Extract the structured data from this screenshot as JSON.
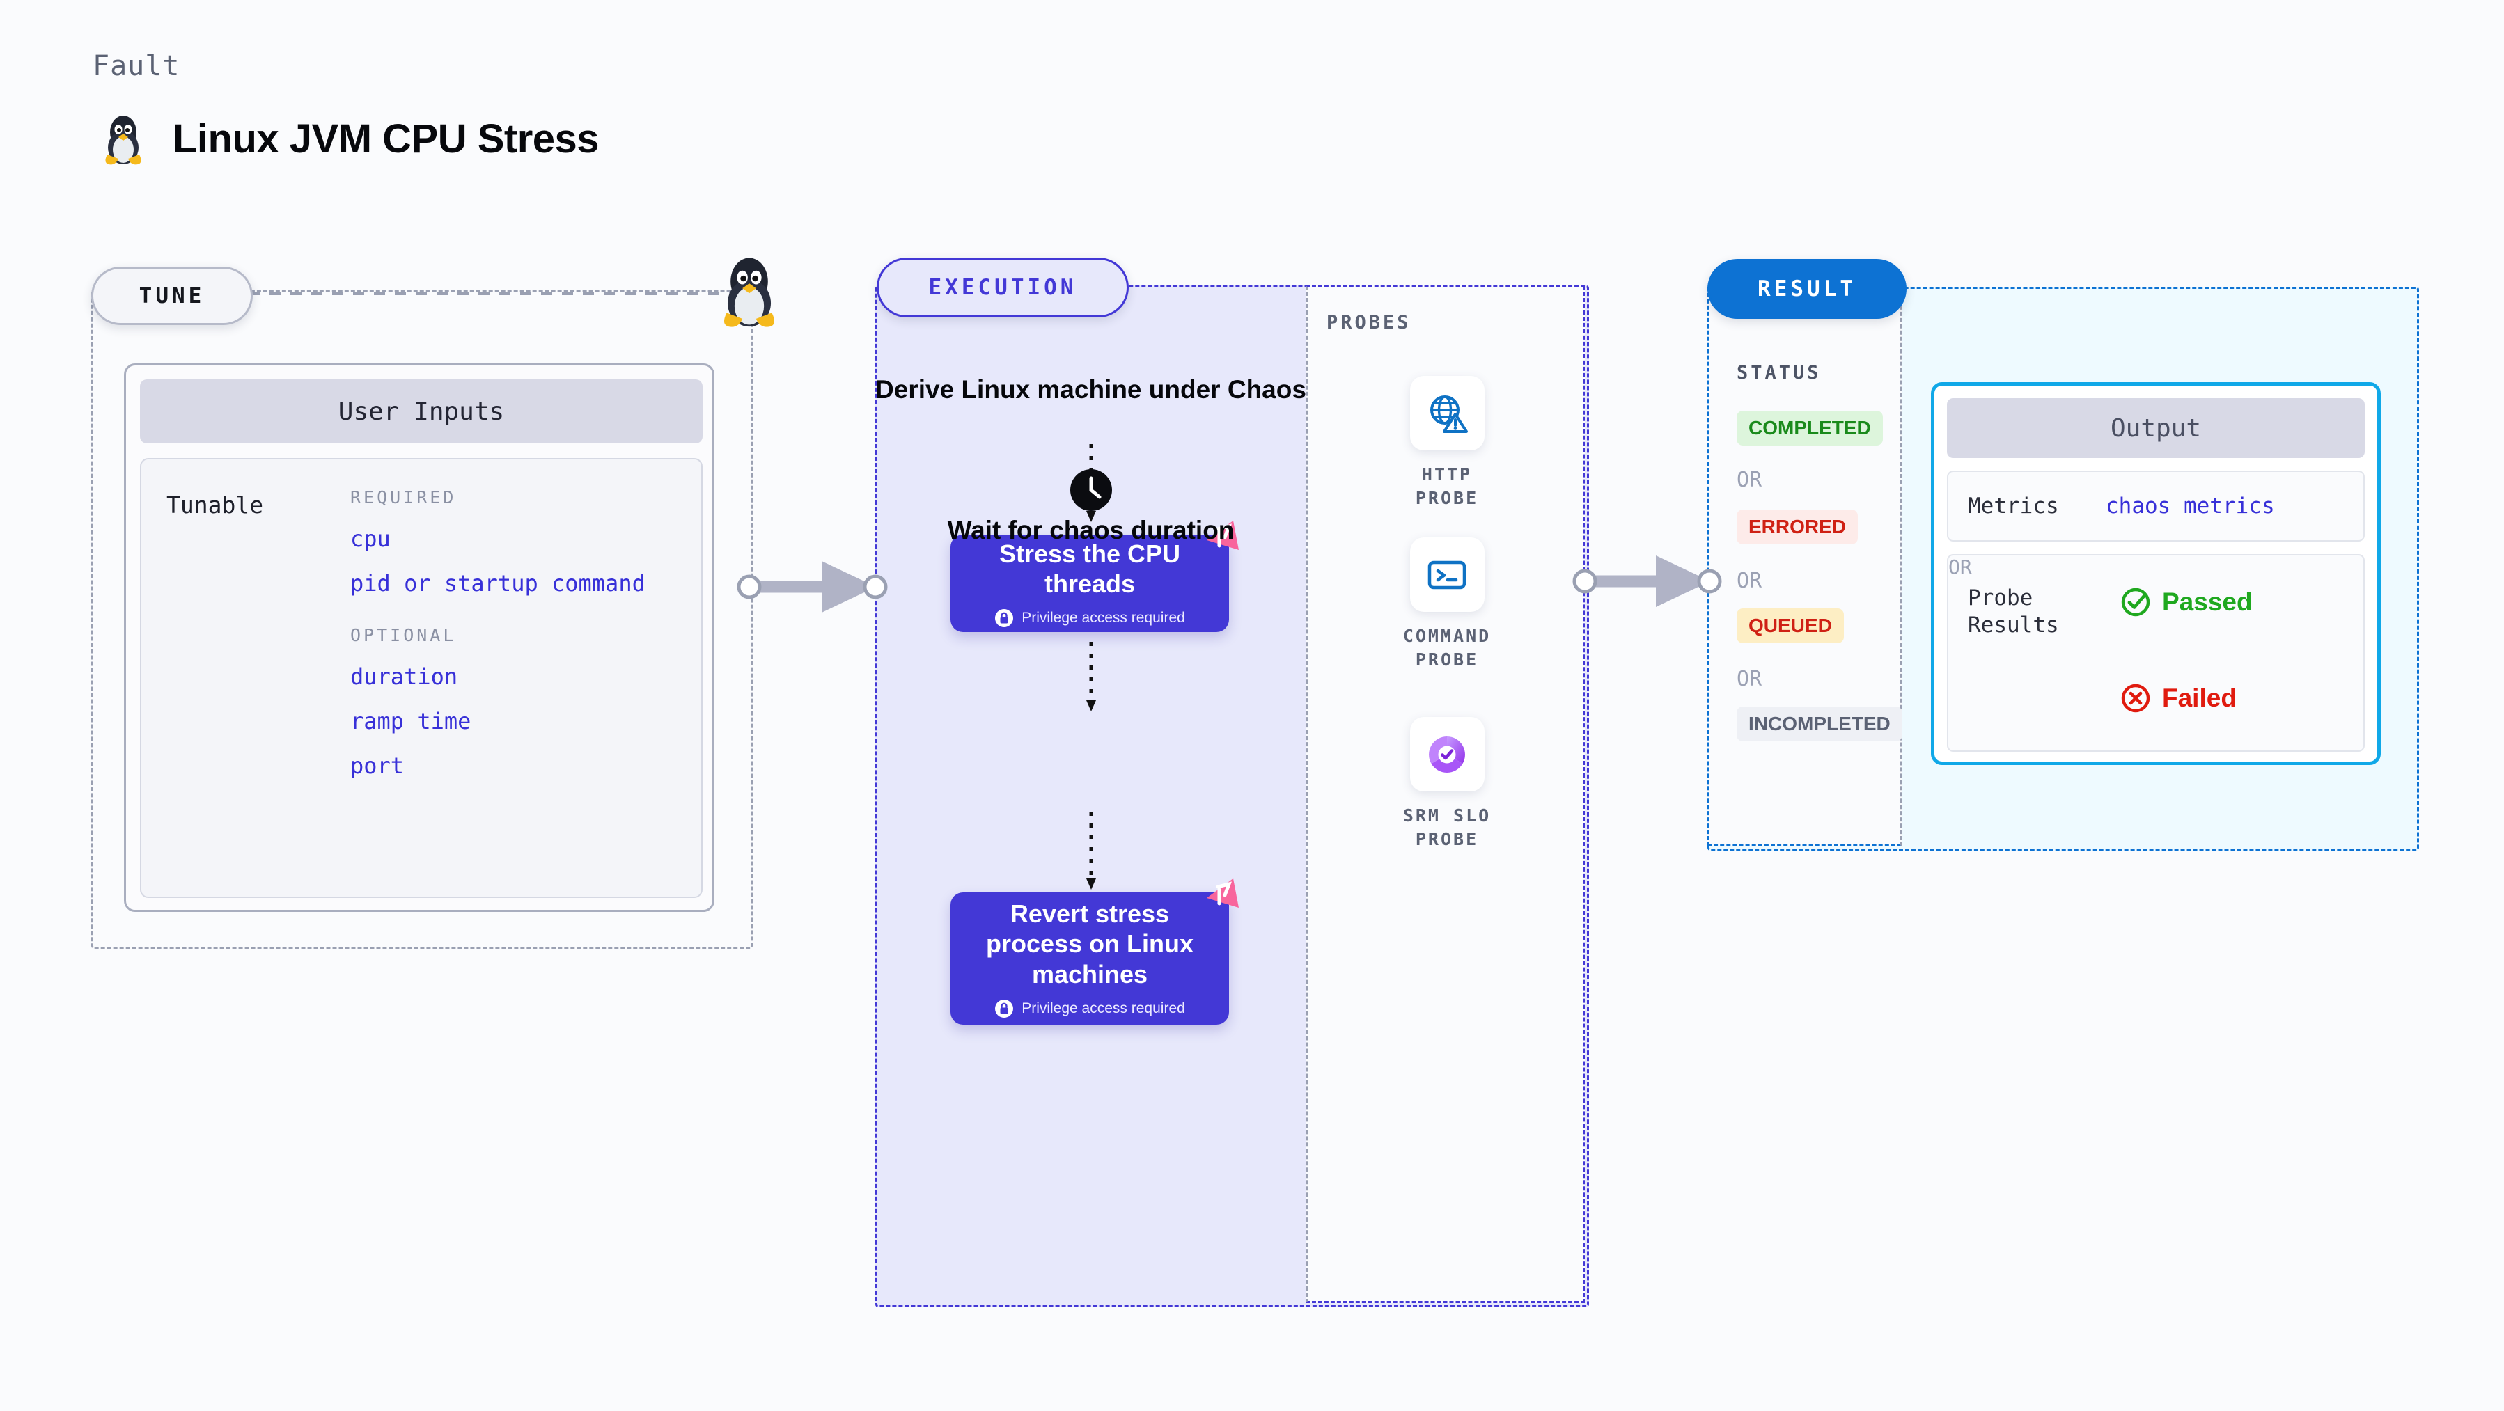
{
  "header": {
    "kicker": "Fault",
    "title": "Linux JVM CPU Stress",
    "icon": "linux-penguin-icon"
  },
  "tune": {
    "chip_label": "TUNE",
    "card_title": "User Inputs",
    "tunable_label": "Tunable",
    "groups": [
      {
        "heading": "REQUIRED",
        "items": [
          "cpu",
          "pid or startup command"
        ]
      },
      {
        "heading": "OPTIONAL",
        "items": [
          "duration",
          "ramp time",
          "port"
        ]
      }
    ]
  },
  "execution": {
    "chip_label": "EXECUTION",
    "steps": [
      {
        "type": "text",
        "label": "Derive Linux machine under Chaos"
      },
      {
        "type": "node",
        "label": "Stress the CPU threads",
        "privilege": "Privilege access required",
        "badge": "fault-badge-icon"
      },
      {
        "type": "wait",
        "icon": "clock-icon",
        "label": "Wait for chaos duration"
      },
      {
        "type": "node",
        "label": "Revert stress process on Linux machines",
        "privilege": "Privilege access required",
        "badge": "fault-badge-icon"
      }
    ]
  },
  "probes": {
    "title": "PROBES",
    "items": [
      {
        "label": "HTTP PROBE",
        "icon": "globe-warning-icon"
      },
      {
        "label": "COMMAND PROBE",
        "icon": "terminal-icon"
      },
      {
        "label": "SRM SLO PROBE",
        "icon": "slo-donut-check-icon"
      }
    ]
  },
  "result": {
    "chip_label": "RESULT",
    "status_title": "STATUS",
    "or_label": "OR",
    "statuses": [
      {
        "label": "COMPLETED",
        "bg": "#ddf5dc",
        "fg": "#1a8a1b"
      },
      {
        "label": "ERRORED",
        "bg": "#fdebe9",
        "fg": "#cf2114"
      },
      {
        "label": "QUEUED",
        "bg": "#fdeec4",
        "fg": "#cf2114"
      },
      {
        "label": "INCOMPLETED",
        "bg": "#eef0f5",
        "fg": "#5b6274"
      }
    ],
    "output": {
      "title": "Output",
      "metrics_key": "Metrics",
      "metrics_value": "chaos metrics",
      "probe_results_key": "Probe Results",
      "passed_label": "Passed",
      "failed_label": "Failed",
      "or_label": "OR"
    }
  },
  "colors": {
    "accent_indigo": "#4338d6",
    "accent_blue": "#0d72d3",
    "accent_cyan": "#10a8e8",
    "badge_pink": "#f8659c",
    "muted": "#9aa0b2"
  }
}
